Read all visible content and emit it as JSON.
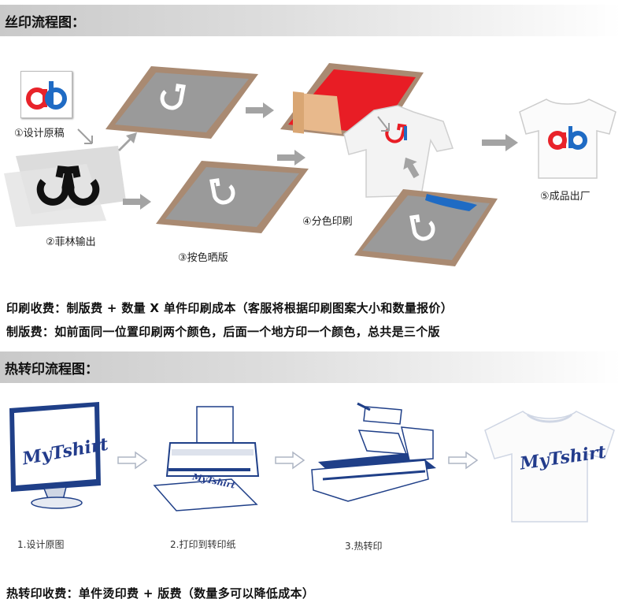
{
  "screen": {
    "section_title": "丝印流程图：",
    "steps": [
      "①设计原稿",
      "②菲林输出",
      "③按色晒版",
      "④分色印刷",
      "⑤成品出厂"
    ],
    "logo_text": "ab"
  },
  "notes": {
    "line1": "印刷收费：制版费 + 数量 X 单件印刷成本（客服将根据印刷图案大小和数量报价）",
    "line2": "制版费：如前面同一位置印刷两个颜色，后面一个地方印一个颜色，总共是三个版"
  },
  "heat": {
    "section_title": "热转印流程图：",
    "brand_text": "MyTshirt",
    "steps": [
      "1.设计原图",
      "2.打印到转印纸",
      "3.热转印"
    ],
    "fee_note": "热转印收费：单件烫印费 + 版费（数量多可以降低成本）"
  },
  "colors": {
    "logo_red": "#e8232a",
    "logo_blue": "#1f6bc4",
    "frame_brown": "#a98a72",
    "screen_gray": "#9a9a9a",
    "ink_red": "#e81d25",
    "arrow_gray": "#9e9e9e",
    "band_gray": "#cfcfcf",
    "brand_navy": "#233c8c"
  }
}
